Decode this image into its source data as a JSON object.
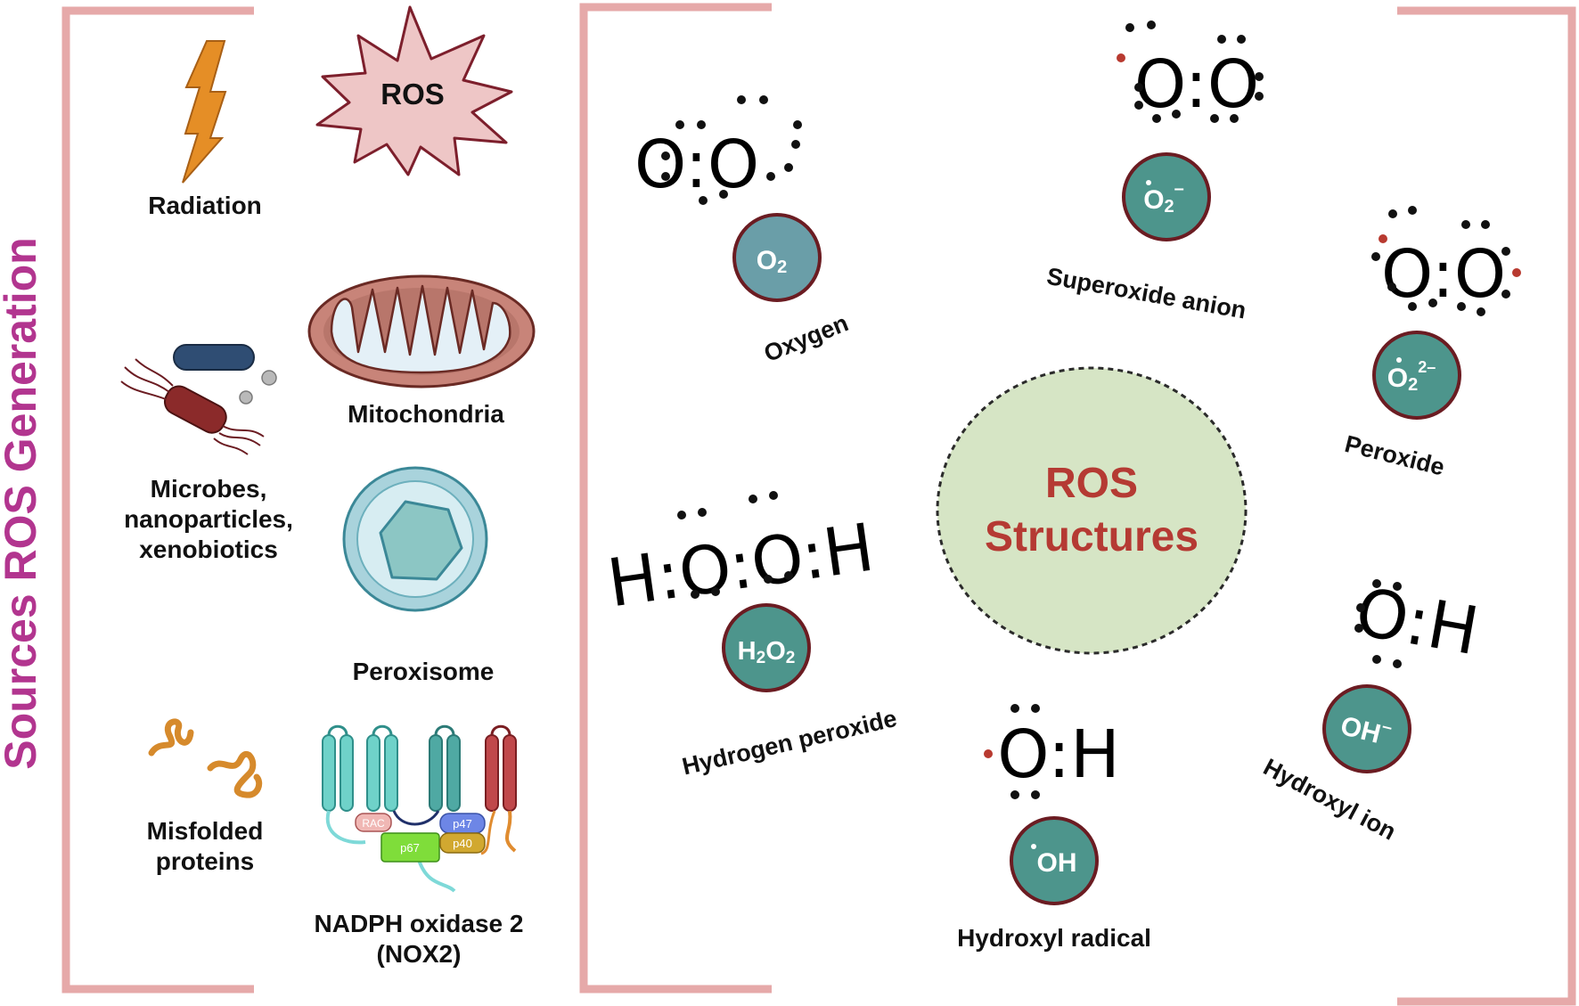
{
  "colors": {
    "frame": "#e6a9a9",
    "title": "#b2358f",
    "ros_text": "#b53a33",
    "ros_circle_fill": "#d6e5c5",
    "badge_teal": "#4d958c",
    "badge_blue": "#6a9ea8",
    "badge_border": "#6b1c22",
    "radical_dot": "#b83a30"
  },
  "sources": {
    "side_title": "Sources ROS Generation",
    "ros_star": "ROS",
    "radiation": "Radiation",
    "mitochondria": "Mitochondria",
    "microbes_l1": "Microbes,",
    "microbes_l2": "nanoparticles,",
    "microbes_l3": "xenobiotics",
    "peroxisome": "Peroxisome",
    "misfolded_l1": "Misfolded",
    "misfolded_l2": "proteins",
    "nox2_l1": "NADPH oxidase 2",
    "nox2_l2": "(NOX2)",
    "nox2_subunits": {
      "rac": "RAC",
      "p47": "p47",
      "p67": "p67",
      "p40": "p40"
    }
  },
  "structures": {
    "center_l1": "ROS",
    "center_l2": "Structures",
    "oxygen": {
      "label": "Oxygen",
      "badge": "O",
      "sub": "2",
      "lewis": "O:O"
    },
    "superoxide": {
      "label": "Superoxide anion",
      "badge": "O",
      "sub": "2",
      "sup": "–",
      "lewis": "O:O"
    },
    "peroxide": {
      "label": "Peroxide",
      "badge": "O",
      "sub": "2",
      "sup": "2–",
      "lewis": "O:O"
    },
    "hydrogen_peroxide": {
      "label": "Hydrogen peroxide",
      "badge_a": "H",
      "badge_sub": "2",
      "badge_b": "O",
      "badge_sub2": "2",
      "lewis": "H:O:O:H"
    },
    "hydroxyl_radical": {
      "label": "Hydroxyl radical",
      "badge": "OH",
      "lewis": "O:H"
    },
    "hydroxyl_ion": {
      "label": "Hydroxyl ion",
      "badge": "OH",
      "sup": "–",
      "lewis": "O:H"
    }
  }
}
